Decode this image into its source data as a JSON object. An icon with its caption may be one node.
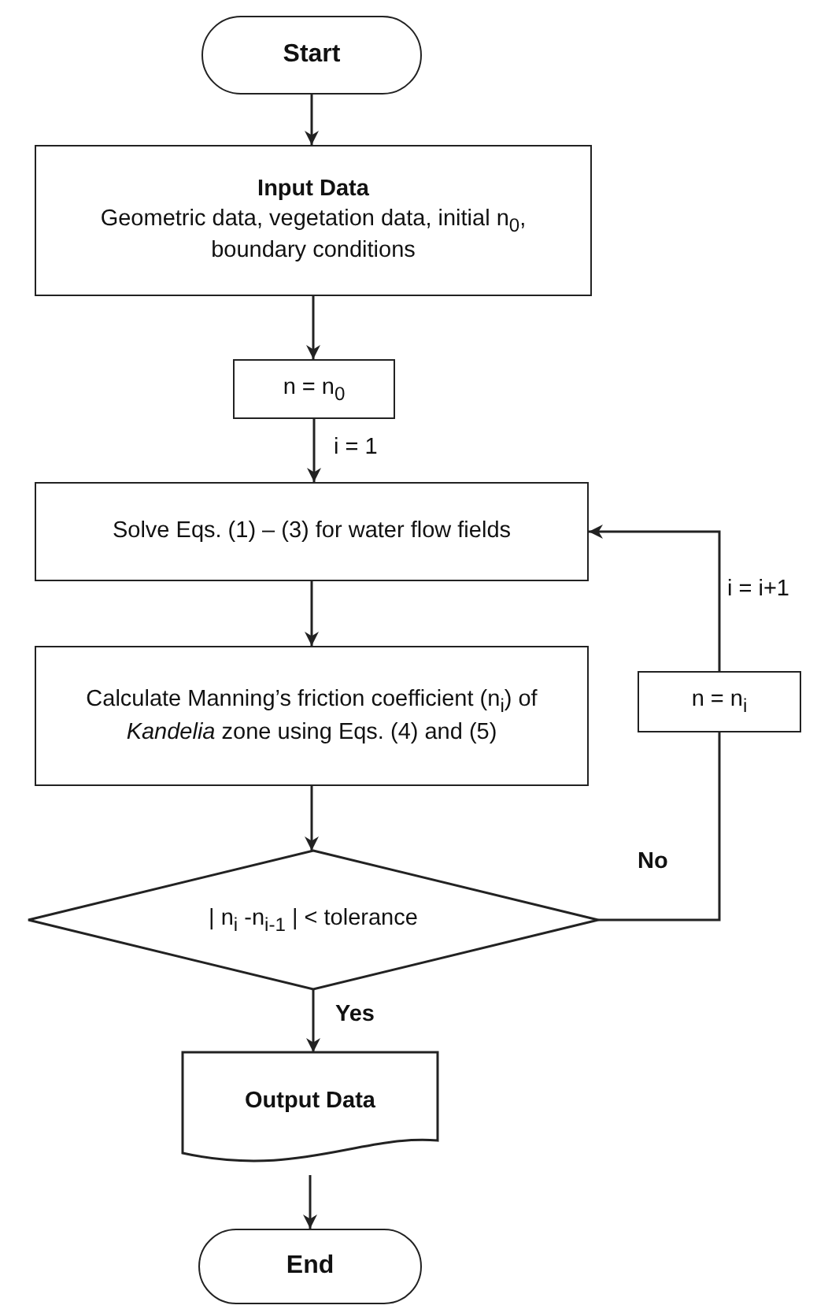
{
  "diagram": {
    "nodes": [
      {
        "text": [
          "Start"
        ]
      },
      {
        "text": [
          "Input Data",
          "Geometric data, vegetation data, initial n$_{0}$, boundary conditions"
        ]
      },
      {
        "text": [
          "n = n$_{0}$"
        ]
      },
      {
        "text": [
          "Solve Eqs. (1) – (3) for water flow fields"
        ]
      },
      {
        "text": [
          "Calculate Manning’s friction coefficient (n$_{i}$) of *Kandelia* zone using Eqs. (4) and (5)"
        ]
      },
      {
        "text": [
          "| n$_{i}$ -n$_{i-1}$ | < tolerance"
        ]
      },
      {
        "text": [
          "Output Data"
        ]
      },
      {
        "text": [
          "End"
        ]
      },
      {
        "text": [
          "n = n$_{i}$"
        ]
      }
    ],
    "edges": [
      {
        "from": 0,
        "to": 1,
        "arrow": "to"
      },
      {
        "from": 1,
        "to": 2,
        "arrow": "to"
      },
      {
        "from": 2,
        "to": 3,
        "arrow": "to",
        "label": "i = 1"
      },
      {
        "from": 3,
        "to": 4,
        "arrow": "to"
      },
      {
        "from": 4,
        "to": 5,
        "arrow": "to"
      },
      {
        "from": 5,
        "to": 6,
        "arrow": "to",
        "label": "Yes"
      },
      {
        "from": 6,
        "to": 7,
        "arrow": "to"
      },
      {
        "from": 5,
        "to": 8,
        "arrow": "none",
        "label": "No"
      },
      {
        "from": 8,
        "to": 3,
        "arrow": "to",
        "label": "i = i+1"
      }
    ]
  }
}
